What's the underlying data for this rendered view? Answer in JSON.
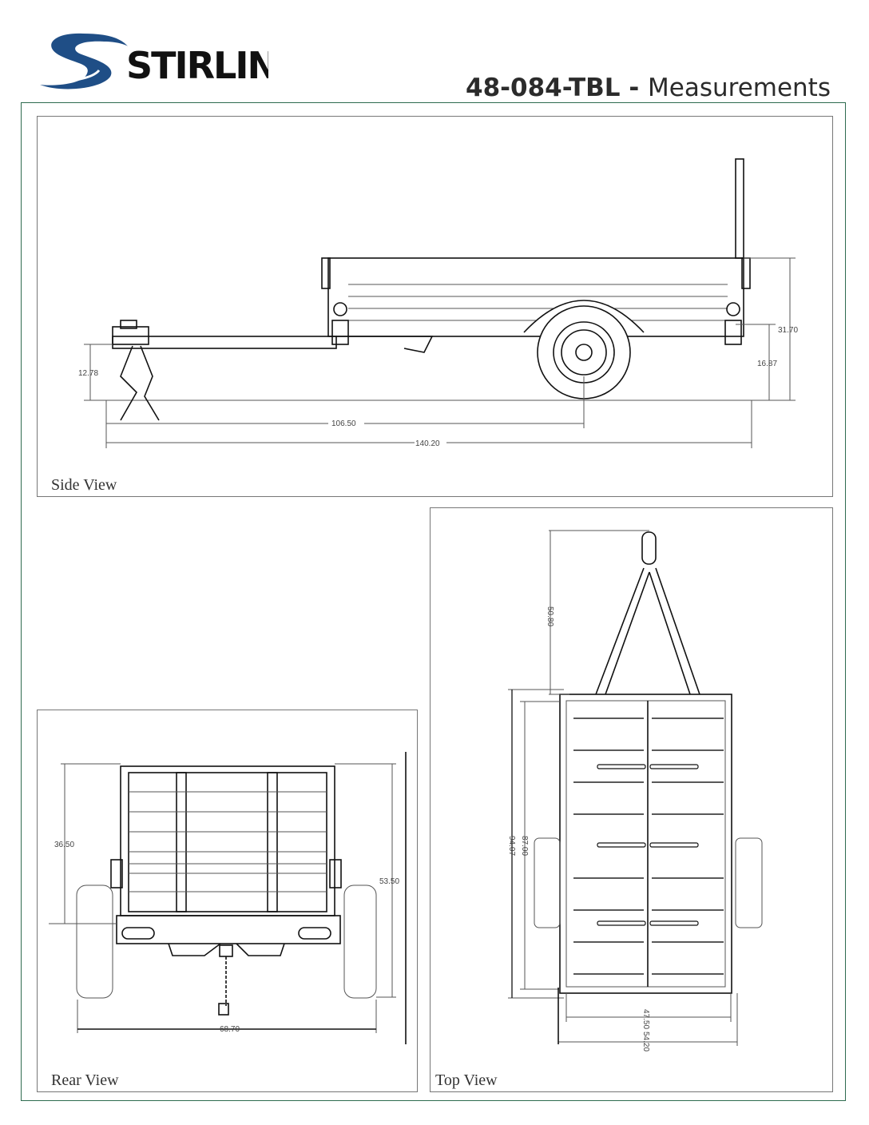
{
  "brand": {
    "name": "STIRLING",
    "color": "#1f4e86"
  },
  "header": {
    "model": "48-084-TBL",
    "separator": " - ",
    "subtitle": "Measurements"
  },
  "side_view": {
    "caption": "Side View",
    "dims": {
      "tongue_height": "12.78",
      "hitch_to_axle": "106.50",
      "overall_length": "140.20",
      "overall_height": "31.70",
      "deck_height": "16.87"
    }
  },
  "rear_view": {
    "caption": "Rear View",
    "dims": {
      "gate_height": "36.50",
      "overall_height": "53.50",
      "overall_width": "68.70"
    }
  },
  "top_view": {
    "caption": "Top View",
    "dims": {
      "tongue_length": "50.80",
      "overall_length": "94.07",
      "bed_length": "87.00",
      "bed_width": "47.50",
      "overall_width": "54.20"
    }
  }
}
